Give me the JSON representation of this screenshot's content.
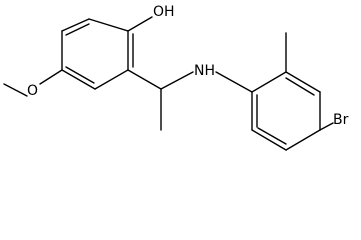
{
  "molecule": {
    "labels": {
      "hydroxyl": "OH",
      "methoxy_oxygen": "O",
      "amine": "NH",
      "bromine": "Br"
    }
  }
}
